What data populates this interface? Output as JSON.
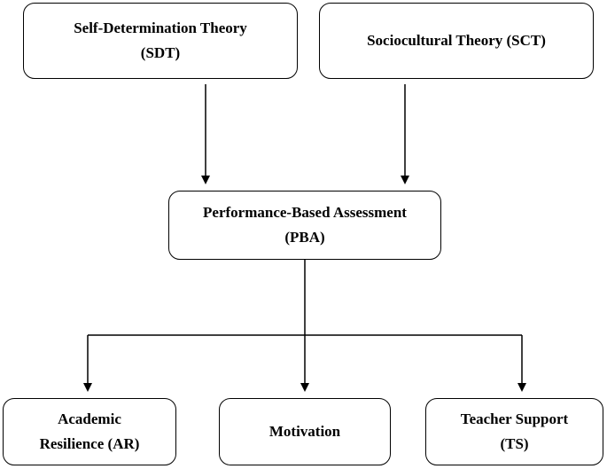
{
  "diagram": {
    "nodes": {
      "sdt": {
        "lines": [
          "Self-Determination Theory",
          "(SDT)"
        ]
      },
      "sct": {
        "lines": [
          "Sociocultural Theory (SCT)"
        ]
      },
      "pba": {
        "lines": [
          "Performance-Based Assessment",
          "(PBA)"
        ]
      },
      "ar": {
        "lines": [
          "Academic",
          "Resilience (AR)"
        ]
      },
      "motivation": {
        "lines": [
          "Motivation"
        ]
      },
      "ts": {
        "lines": [
          "Teacher Support",
          "(TS)"
        ]
      }
    },
    "edges": [
      {
        "from": "sdt",
        "to": "pba"
      },
      {
        "from": "sct",
        "to": "pba"
      },
      {
        "from": "pba",
        "to": "ar"
      },
      {
        "from": "pba",
        "to": "motivation"
      },
      {
        "from": "pba",
        "to": "ts"
      }
    ],
    "colors": {
      "line": "#000000",
      "box_border": "#000000",
      "background": "#ffffff",
      "text": "#000000"
    }
  }
}
